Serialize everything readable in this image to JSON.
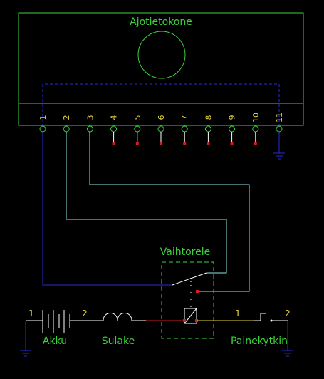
{
  "labels": {
    "computer": "Ajotietokone",
    "relay": "Vaihtorele",
    "battery": "Akku",
    "fuse": "Sulake",
    "switch": "Painekytkin"
  },
  "terminals": {
    "battery_left": "1",
    "battery_right": "2",
    "switch_left": "1",
    "switch_right": "2"
  },
  "pins": [
    "1",
    "2",
    "3",
    "4",
    "5",
    "6",
    "7",
    "8",
    "9",
    "10",
    "11"
  ],
  "colors": {
    "green": "#3cd23c",
    "yellow": "#e6d23c",
    "blue": "#2a2ad2",
    "cyan": "#8fe6e6",
    "red": "#d21e1e",
    "white": "#ffffff",
    "black": "#000000"
  }
}
